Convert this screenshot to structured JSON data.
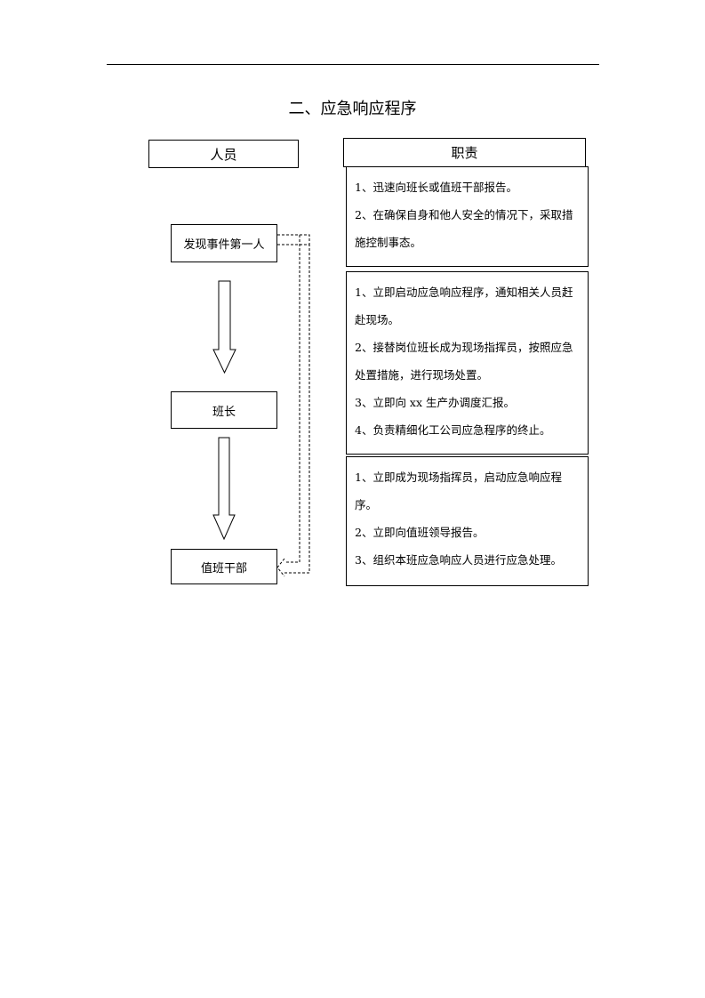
{
  "title": "二、应急响应程序",
  "headers": {
    "personnel": "人员",
    "duties": "职责"
  },
  "nodes": {
    "first_finder": "发现事件第一人",
    "team_leader": "班长",
    "duty_cadre": "值班干部"
  },
  "duties": {
    "first_finder": [
      "1、迅速向班长或值班干部报告。",
      "2、在确保自身和他人安全的情况下，采取措施控制事态。"
    ],
    "team_leader": [
      "1、立即启动应急响应程序，通知相关人员赶赴现场。",
      "2、接替岗位班长成为现场指挥员，按照应急处置措施，进行现场处置。",
      "3、立即向 xx 生产办调度汇报。",
      "4、负责精细化工公司应急程序的终止。"
    ],
    "duty_cadre": [
      "1、立即成为现场指挥员，启动应急响应程序。",
      "2、立即向值班领导报告。",
      "3、组织本班应急响应人员进行应急处理。"
    ]
  }
}
